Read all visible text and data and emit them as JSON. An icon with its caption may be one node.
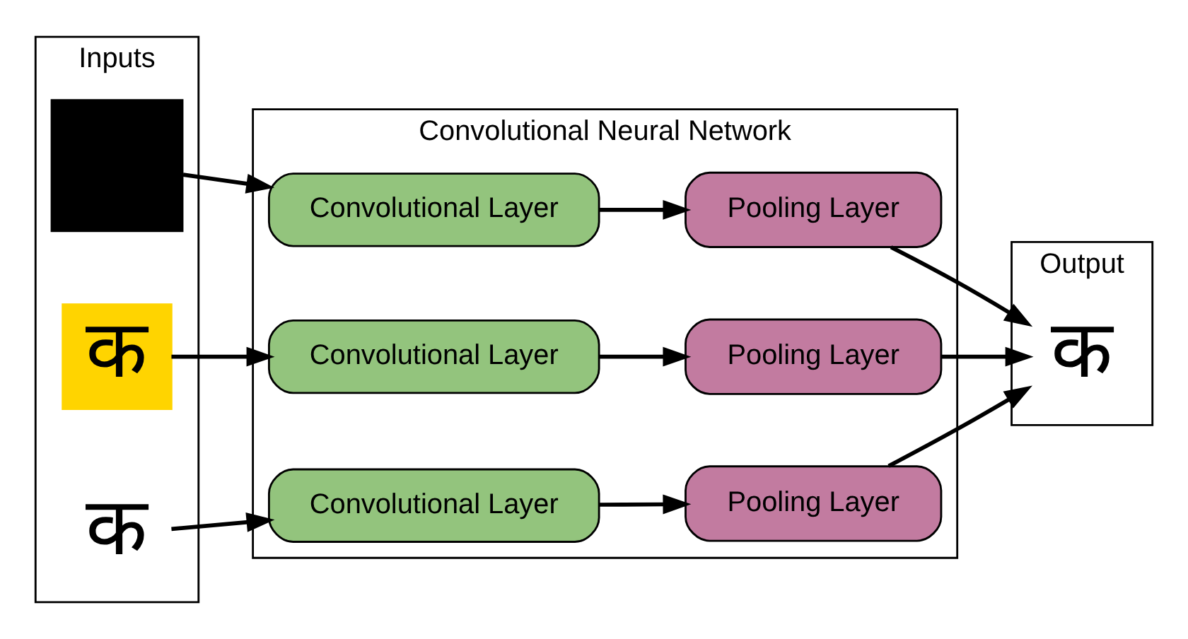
{
  "diagram": {
    "nodes": [
      {
        "text": [
          "Inputs"
        ]
      },
      {
        "text": [
          "Convolutional Neural Network"
        ]
      },
      {
        "text": [
          "Output"
        ]
      },
      {
        "text": [],
        "shape": "box",
        "in": 0
      },
      {
        "text": [
          "Convolutional Layer"
        ],
        "in": 1
      },
      {
        "text": [
          "Pooling Layer"
        ],
        "in": 1
      },
      {
        "text": [
          "क"
        ],
        "in": 0
      },
      {
        "text": [
          "Convolutional Layer"
        ],
        "in": 1
      },
      {
        "text": [
          "Pooling Layer"
        ],
        "in": 1
      },
      {
        "text": [
          "क"
        ],
        "in": 0
      },
      {
        "text": [
          "Convolutional Layer"
        ],
        "in": 1
      },
      {
        "text": [
          "Pooling Layer"
        ],
        "in": 1
      },
      {
        "text": [
          "क"
        ],
        "in": 2
      }
    ],
    "edges": [
      {
        "from": 3,
        "to": 4,
        "arrow": "to"
      },
      {
        "from": 4,
        "to": 5,
        "arrow": "to"
      },
      {
        "from": 5,
        "to": 12,
        "arrow": "to"
      },
      {
        "from": 6,
        "to": 7,
        "arrow": "to"
      },
      {
        "from": 7,
        "to": 8,
        "arrow": "to"
      },
      {
        "from": 8,
        "to": 12,
        "arrow": "to"
      },
      {
        "from": 9,
        "to": 10,
        "arrow": "to"
      },
      {
        "from": 10,
        "to": 11,
        "arrow": "to"
      },
      {
        "from": 11,
        "to": 12,
        "arrow": "to"
      }
    ]
  }
}
